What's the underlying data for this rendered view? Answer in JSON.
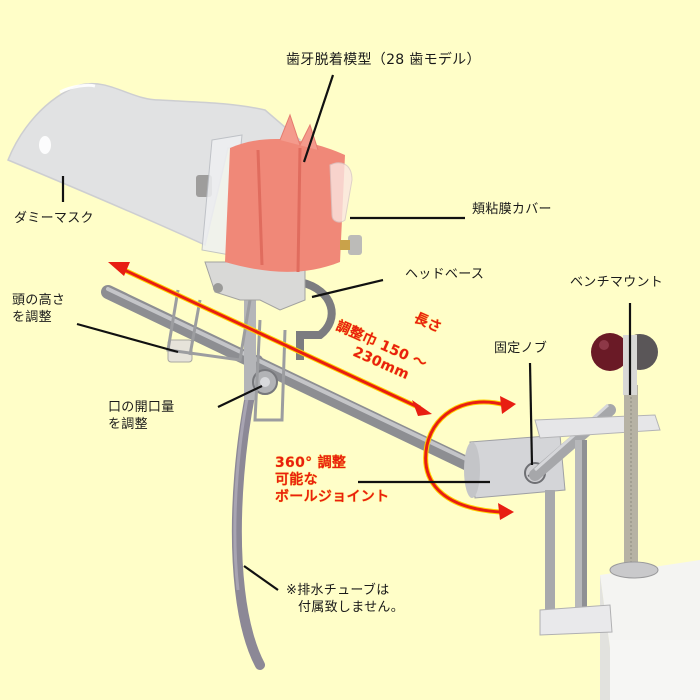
{
  "diagram": {
    "title": "歯牙脱着模型（28 歯モデル）",
    "background_color": "#fffec8",
    "accent_color": "#e81e12",
    "labels": {
      "teeth_model": "歯牙脱着模型（28 歯モデル）",
      "dummy_mask": "ダミーマスク",
      "cheek_cover": "頬粘膜カバー",
      "head_base": "ヘッドベース",
      "bench_mount": "ベンチマウント",
      "head_height_line1": "頭の高さ",
      "head_height_line2": "を調整",
      "fixing_knob": "固定ノブ",
      "mouth_opening_line1": "口の開口量",
      "mouth_opening_line2": "を調整",
      "drain_tube_line1": "※排水チューブは",
      "drain_tube_line2": "付属致しません。"
    },
    "callouts": {
      "length_label": "長さ",
      "adjust_range_line1": "調整巾 150 ～",
      "adjust_range_line2": "230mm",
      "ball_joint_line1": "360° 調整",
      "ball_joint_line2": "可能な",
      "ball_joint_line3": "ボールジョイント"
    },
    "icons": {
      "length_arrow": "double-headed-arrow",
      "rotation_arrow": "circular-arrow"
    }
  }
}
